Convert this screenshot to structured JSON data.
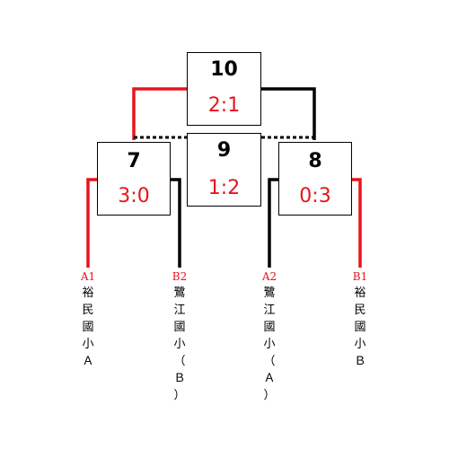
{
  "matches": [
    {
      "id": "10",
      "score": "2:1"
    },
    {
      "id": "9",
      "score": "1:2"
    },
    {
      "id": "7",
      "score": "3:0"
    },
    {
      "id": "8",
      "score": "0:3"
    }
  ],
  "teams": [
    {
      "seed": "A1",
      "name": "裕民國小A"
    },
    {
      "seed": "B2",
      "name": "鷺江國小(B)"
    },
    {
      "seed": "A2",
      "name": "鷺江國小(A)"
    },
    {
      "seed": "B1",
      "name": "裕民國小B"
    }
  ],
  "colors": {
    "winner_line": "#e8141b",
    "loser_line": "#000000",
    "score": "#e8141b"
  }
}
